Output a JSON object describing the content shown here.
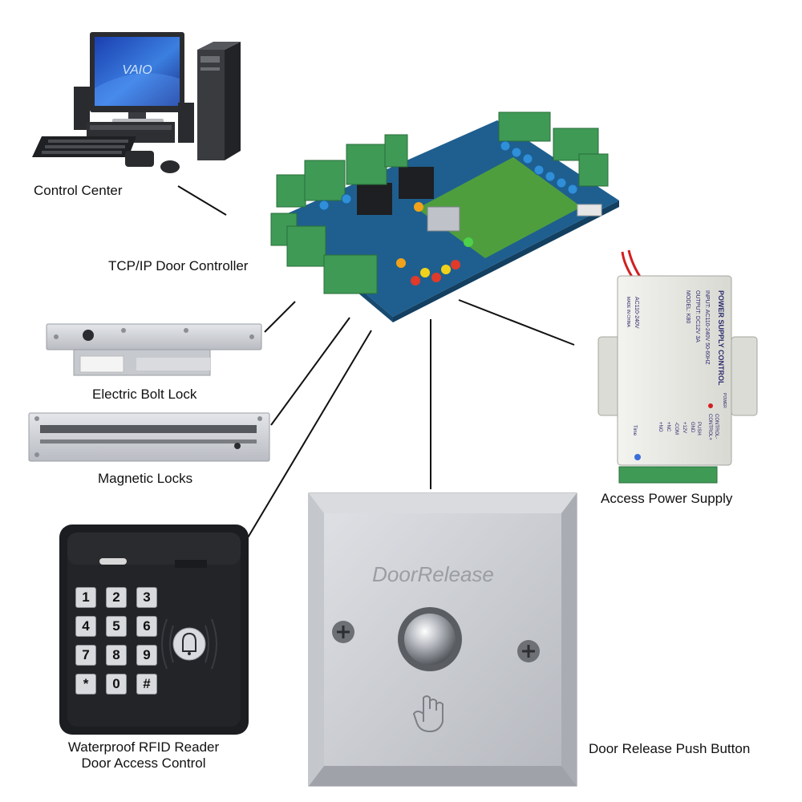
{
  "labels": {
    "control_center": "Control Center",
    "controller": "TCP/IP Door Controller",
    "bolt_lock": "Electric Bolt Lock",
    "magnetic_locks": "Magnetic Locks",
    "power_supply": "Access Power Supply",
    "rfid_line1": "Waterproof RFID Reader",
    "rfid_line2": "Door Access Control",
    "push_button": "Door Release Push Button"
  },
  "monitor": {
    "brand": "VAIO"
  },
  "button_plate": {
    "engraving": "DoorRelease"
  },
  "psu": {
    "title": "POWER SUPPLY CONTROL",
    "input": "INPUT: AC110-240V 50-60HZ",
    "output": "OUTPUT: DC12V 3A",
    "model": "MODEL: K80",
    "ac": "AC110-240V",
    "made": "MADE IN CHINA",
    "power": "POWER",
    "terminals": [
      "CONTROL-",
      "CONTROL+",
      "PUSH",
      "GND",
      "+12V",
      "-COM",
      "+NC",
      "+NO"
    ],
    "time": "Time"
  },
  "keypad": {
    "keys": [
      "1",
      "2",
      "3",
      "4",
      "5",
      "6",
      "7",
      "8",
      "9",
      "*",
      "0",
      "#"
    ]
  },
  "colors": {
    "pcb": "#1f5f8f",
    "terminal_green": "#3f9a55",
    "aluminum": "#c9ccd1",
    "keypad_body": "#1c1d20",
    "psu_body": "#e9e9e4"
  }
}
